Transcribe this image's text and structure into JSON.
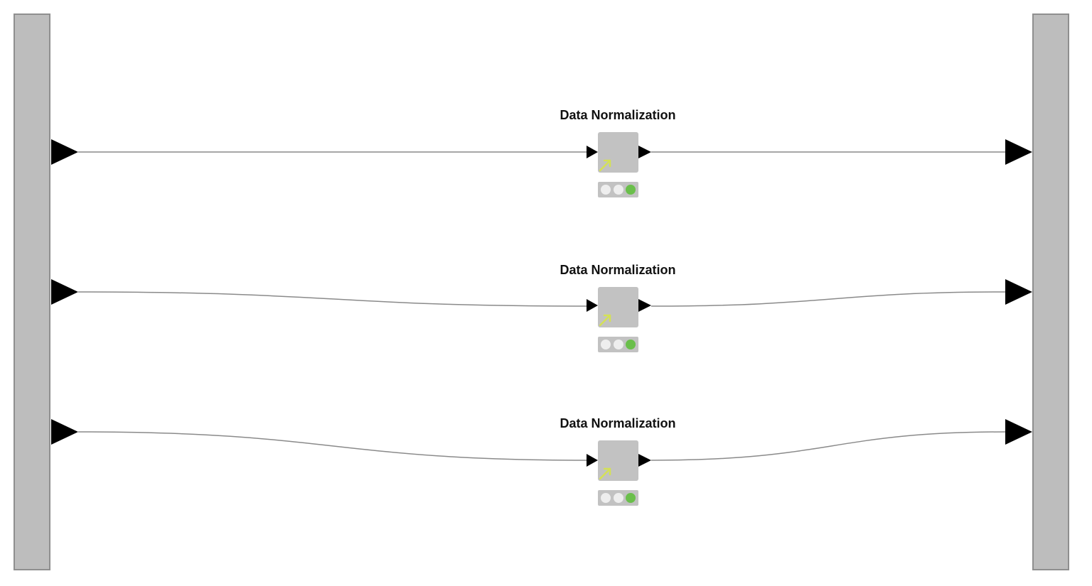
{
  "colors": {
    "bar_fill": "#bdbdbd",
    "bar_border": "#8f8f8f",
    "node_fill": "#c2c2c2",
    "wire": "#8a8a8a",
    "port": "#000000",
    "icon": "#d4e157",
    "led_idle": "#eeeeee",
    "led_active": "#6abf4b"
  },
  "workflow": {
    "input_bar_icon": "metanode-input-bar",
    "output_bar_icon": "metanode-output-bar",
    "nodes": [
      {
        "title": "Data Normalization",
        "icon": "normalize-arrow-icon",
        "status": [
          "idle",
          "idle",
          "executed"
        ]
      },
      {
        "title": "Data Normalization",
        "icon": "normalize-arrow-icon",
        "status": [
          "idle",
          "idle",
          "executed"
        ]
      },
      {
        "title": "Data Normalization",
        "icon": "normalize-arrow-icon",
        "status": [
          "idle",
          "idle",
          "executed"
        ]
      }
    ]
  }
}
